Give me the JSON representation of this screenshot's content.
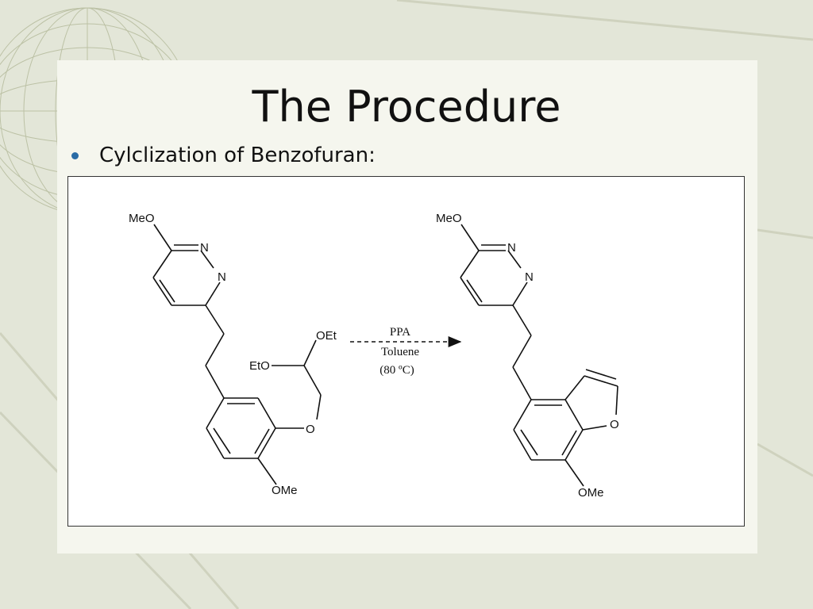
{
  "slide": {
    "title": "The Procedure",
    "bullet": "Cylclization of Benzofuran:",
    "accent_color": "#2a6ca6"
  },
  "scheme": {
    "reactant": {
      "labels": {
        "methoxy_top": "MeO",
        "n1": "N",
        "n2": "N",
        "ethoxy_1": "OEt",
        "ethoxy_2": "EtO",
        "ether_o": "O",
        "methoxy_bottom": "OMe"
      }
    },
    "conditions": {
      "reagent": "PPA",
      "solvent": "Toluene",
      "temperature": "(80 ºC)"
    },
    "product": {
      "labels": {
        "methoxy_top": "MeO",
        "n1": "N",
        "n2": "N",
        "furan_o": "O",
        "methoxy_bottom": "OMe"
      }
    }
  }
}
